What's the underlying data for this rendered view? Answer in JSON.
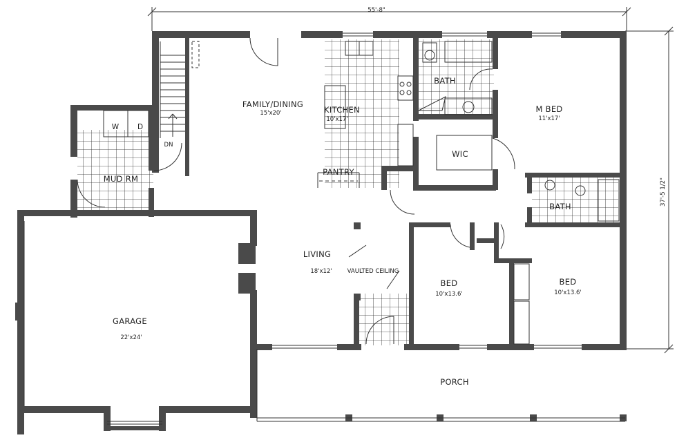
{
  "dimensions": {
    "overall_width": "55'-8\"",
    "overall_depth": "37'-5 1/2\""
  },
  "rooms": {
    "family_dining": {
      "name": "FAMILY/DINING",
      "size": "15'x20'"
    },
    "kitchen": {
      "name": "KITCHEN",
      "size": "10'x17'"
    },
    "bath_master": {
      "name": "BATH"
    },
    "master_bed": {
      "name": "M BED",
      "size": "11'x17'"
    },
    "wic": {
      "name": "WIC"
    },
    "pantry": {
      "name": "PANTRY"
    },
    "bath_hall": {
      "name": "BATH"
    },
    "mud_room": {
      "name": "MUD RM"
    },
    "living": {
      "name": "LIVING",
      "size": "18'x12'"
    },
    "vaulted": {
      "name": "VAULTED CEILING"
    },
    "bed_1": {
      "name": "BED",
      "size": "10'x13.6'"
    },
    "bed_2": {
      "name": "BED",
      "size": "10'x13.6'"
    },
    "garage": {
      "name": "GARAGE",
      "size": "22'x24'"
    },
    "porch": {
      "name": "PORCH"
    }
  },
  "appliances": {
    "washer": "W",
    "dryer": "D"
  },
  "stair_label": "DN"
}
